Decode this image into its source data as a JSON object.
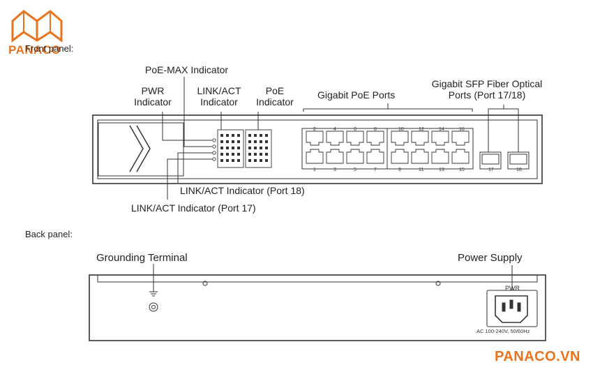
{
  "logo": {
    "brand_text": "PANACO",
    "icon": "book-logo-icon",
    "color": "#e8731c"
  },
  "front_panel": {
    "title": "Front panel:",
    "labels": {
      "pwr": "PWR\nIndicator",
      "poe_max": "PoE-MAX Indicator",
      "link_act": "LINK/ACT\nIndicator",
      "poe": "PoE\nIndicator",
      "gigabit_poe_ports": "Gigabit PoE Ports",
      "sfp": "Gigabit SFP Fiber Optical\nPorts (Port 17/18)",
      "link_act_18": "LINK/ACT Indicator (Port 18)",
      "link_act_17": "LINK/ACT Indicator (Port 17)"
    },
    "port_numbers_top": [
      "2",
      "4",
      "6",
      "8",
      "10",
      "12",
      "14",
      "16"
    ],
    "port_numbers_bottom": [
      "1",
      "3",
      "5",
      "7",
      "9",
      "11",
      "13",
      "15"
    ],
    "sfp_numbers": [
      "17",
      "18"
    ]
  },
  "back_panel": {
    "title": "Back panel:",
    "labels": {
      "grounding": "Grounding Terminal",
      "power_supply": "Power Supply",
      "pwr": "PWR",
      "ac": "AC 100-240V, 50/60Hz"
    }
  },
  "footer": {
    "brand": "PANACO.VN"
  }
}
